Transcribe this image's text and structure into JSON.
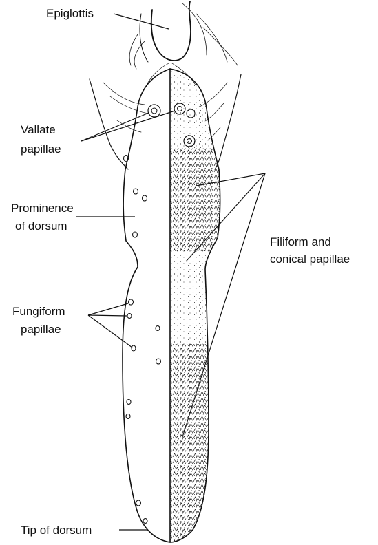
{
  "labels": {
    "epiglottis": "Epiglottis",
    "vallate_line1": "Vallate",
    "vallate_line2": "papillae",
    "prominence_line1": "Prominence",
    "prominence_line2": "of dorsum",
    "fungiform_line1": "Fungiform",
    "fungiform_line2": "papillae",
    "filiform_line1": "Filiform and",
    "filiform_line2": "conical papillae",
    "tip": "Tip of dorsum"
  }
}
